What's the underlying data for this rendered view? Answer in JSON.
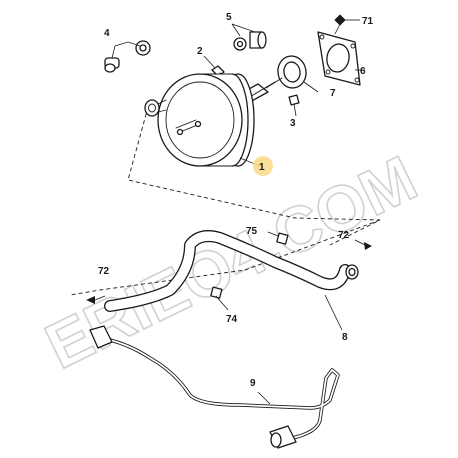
{
  "watermark": "ERIEO4.COM",
  "callouts": {
    "c1": "1",
    "c2": "2",
    "c3": "3",
    "c4": "4",
    "c5": "5",
    "c6": "6",
    "c7": "7",
    "c8": "8",
    "c9": "9",
    "c71": "71",
    "c72a": "72",
    "c72b": "72",
    "c74": "74",
    "c75": "75"
  },
  "colors": {
    "highlight": "#f8dc8c",
    "ink": "#1a1a1a",
    "watermark": "#c9c9c9"
  }
}
